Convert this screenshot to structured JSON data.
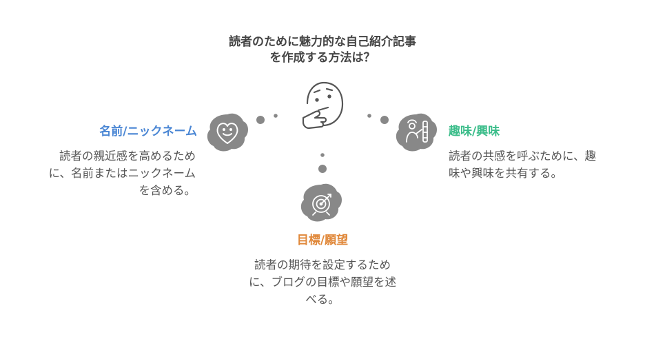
{
  "title": {
    "line1": "読者のために魅力的な自己紹介記事",
    "line2": "を作成する方法は？"
  },
  "nodes": {
    "left": {
      "heading": "名前/ニックネーム",
      "desc_lines": [
        "読者の親近感を高めるため",
        "に、名前またはニックネーム",
        "を含める。"
      ],
      "color": "#4a86d4",
      "icon": "heart-smile-icon"
    },
    "right": {
      "heading": "趣味/興味",
      "desc_lines": [
        "読者の共感を呼ぶために、趣",
        "味や興味を共有する。"
      ],
      "color": "#3bbd8a",
      "icon": "hobby-figure-icon"
    },
    "bottom": {
      "heading": "目標/願望",
      "desc_lines": [
        "読者の期待を設定するため",
        "に、ブログの目標や願望を述",
        "べる。"
      ],
      "color": "#e0883a",
      "icon": "target-icon"
    }
  },
  "center_icon": "thinking-face-icon"
}
